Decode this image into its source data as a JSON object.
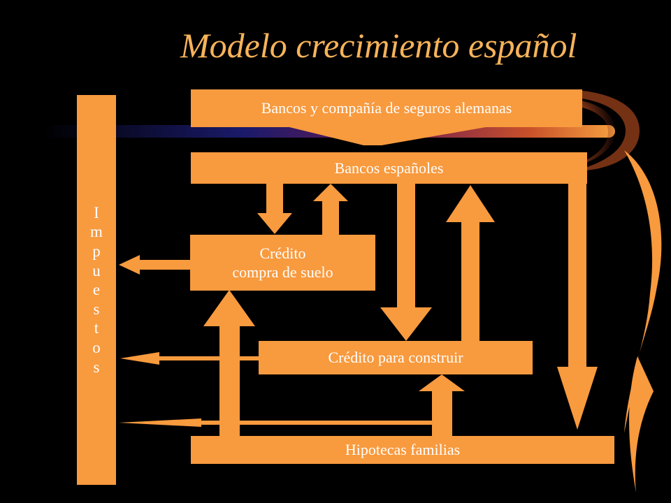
{
  "title": "Modelo crecimiento español",
  "side_label": "Impuestos",
  "boxes": {
    "bancos_alemanes": "Bancos y compañía de seguros alemanas",
    "bancos_espanoles": "Bancos españoles",
    "credito_suelo_line1": "Crédito",
    "credito_suelo_line2": "compra de suelo",
    "credito_construir": "Crédito para construir",
    "hipotecas": "Hipotecas familias"
  },
  "colors": {
    "background": "#000000",
    "box_fill": "#F89A3E",
    "title": "#F7B35A",
    "text": "#ffffff"
  }
}
